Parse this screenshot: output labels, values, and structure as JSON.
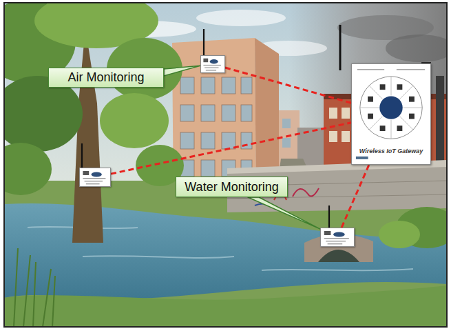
{
  "diagram": {
    "nodes": [
      {
        "text": []
      },
      {
        "text": [
          "Air Monitoring"
        ]
      },
      {
        "text": [
          "Wireless IoT Gateway"
        ]
      },
      {
        "text": []
      },
      {
        "text": [
          "Water Monitoring"
        ]
      },
      {
        "text": []
      }
    ],
    "edges": [
      {
        "from": 1,
        "to": 0,
        "arrow": "none"
      },
      {
        "from": 4,
        "to": 5,
        "arrow": "none"
      },
      {
        "from": 0,
        "to": 2,
        "arrow": "none"
      },
      {
        "from": 3,
        "to": 2,
        "arrow": "none"
      },
      {
        "from": 5,
        "to": 2,
        "arrow": "none"
      }
    ]
  }
}
